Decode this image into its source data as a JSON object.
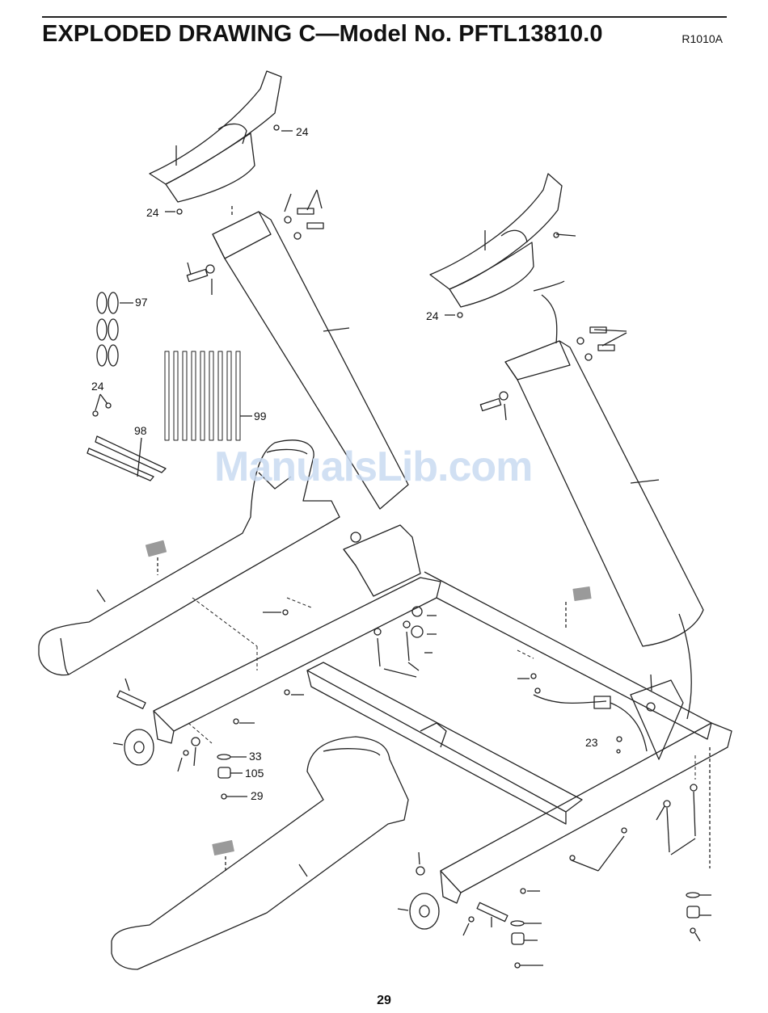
{
  "header": {
    "title": "EXPLODED DRAWING C—Model No. PFTL13810.0",
    "code": "R1010A"
  },
  "footer": {
    "page_number": "29"
  },
  "watermark": "ManualsLib.com",
  "part_labels": [
    "24",
    "24",
    "97",
    "24",
    "98",
    "99",
    "24",
    "33",
    "105",
    "29",
    "23"
  ]
}
